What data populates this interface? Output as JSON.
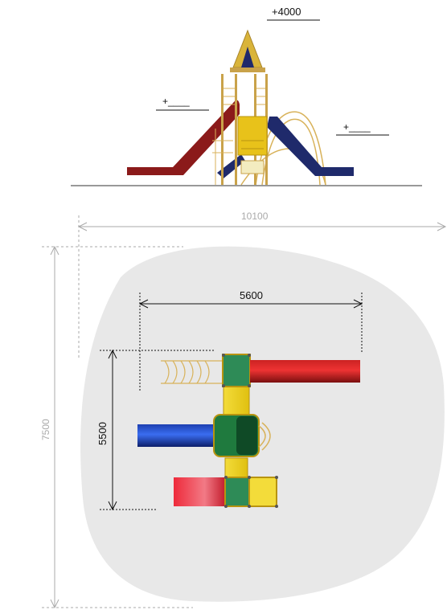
{
  "elevation": {
    "height_label": "+4000",
    "left_label": "+____",
    "right_label": "+____"
  },
  "plan": {
    "overall_width": "10100",
    "overall_depth": "7500",
    "equipment_width": "5600",
    "equipment_depth": "5500"
  },
  "colors": {
    "slide_red": "#8b1a1a",
    "slide_navy": "#1f2a6b",
    "deck_yellow": "#e8c21a",
    "deck_green": "#2e8b57",
    "safety_zone": "#e8e8e8",
    "roof": "#d9b43a"
  }
}
